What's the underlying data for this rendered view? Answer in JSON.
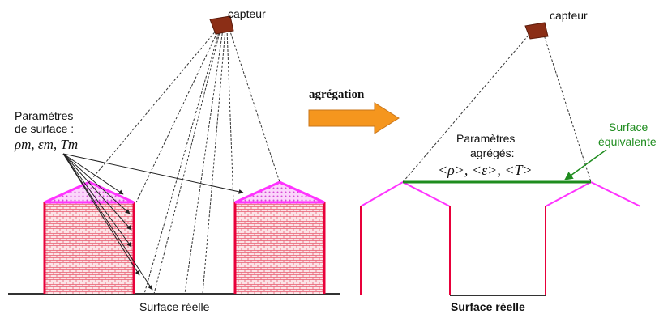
{
  "left_panel": {
    "sensor_label": "capteur",
    "params_line1": "Paramètres",
    "params_line2": "de surface :",
    "params_symbols": "ρm,  εm,  Tm",
    "ground_label": "Surface réelle"
  },
  "arrow": {
    "label": "agrégation",
    "color": "#f5961e"
  },
  "right_panel": {
    "sensor_label": "capteur",
    "params_line1": "Paramètres",
    "params_line2": "agrégés:",
    "params_symbols": "<ρ>, <ε>, <T>",
    "equiv_line1": "Surface",
    "equiv_line2": "équivalente",
    "ground_label": "Surface réelle"
  },
  "colors": {
    "wall": "#e8003a",
    "roof": "#ff33ff",
    "brick": "#f08a96",
    "equivalent_surface": "#1e8c1e",
    "sensor": "#8b2e16"
  }
}
